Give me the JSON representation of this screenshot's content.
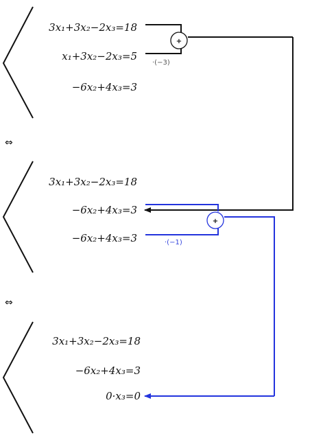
{
  "system1": {
    "eq1": "3x₁+3x₂−2x₃=18",
    "eq2": "x₁+3x₂−2x₃=5",
    "eq3": "−6x₂+4x₃=3",
    "multiplier": "·(−3)"
  },
  "equiv1": "⇔",
  "system2": {
    "eq1": "3x₁+3x₂−2x₃=18",
    "eq2": "−6x₂+4x₃=3",
    "eq3": "−6x₂+4x₃=3",
    "multiplier": "·(−1)"
  },
  "equiv2": "⇔",
  "system3": {
    "eq1": "3x₁+3x₂−2x₃=18",
    "eq2": "−6x₂+4x₃=3",
    "eq3": "0·x₃=0"
  },
  "plus_symbol": "+",
  "colors": {
    "black": "#111111",
    "blue": "#2233dd"
  }
}
